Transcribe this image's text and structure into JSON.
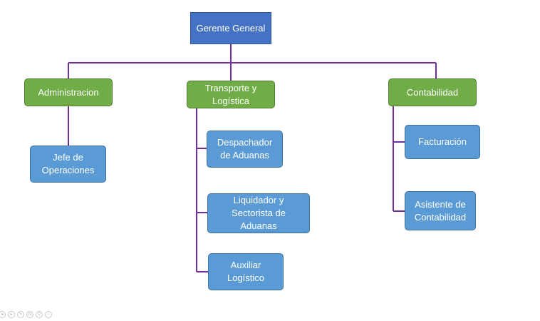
{
  "org": {
    "root": "Gerente General",
    "admin": "Administracion",
    "jefe": "Jefe de\nOperaciones",
    "transporte": "Transporte y\nLogística",
    "despachador": "Despachador\nde Aduanas",
    "liquidador": "Liquidador y\nSectorista de\nAduanas",
    "auxiliar": "Auxiliar\nLogístico",
    "contabilidad": "Contabilidad",
    "facturacion": "Facturación",
    "asistente": "Asistente de\nContabilidad"
  },
  "colors": {
    "root_fill": "#4472c4",
    "manager_fill": "#70ad47",
    "leaf_fill": "#5b9bd5",
    "connector": "#7030a0"
  },
  "toolbar": {
    "icons": [
      "prev-icon",
      "next-icon",
      "pen-icon",
      "pointer-icon",
      "zoom-icon",
      "more-icon"
    ]
  }
}
